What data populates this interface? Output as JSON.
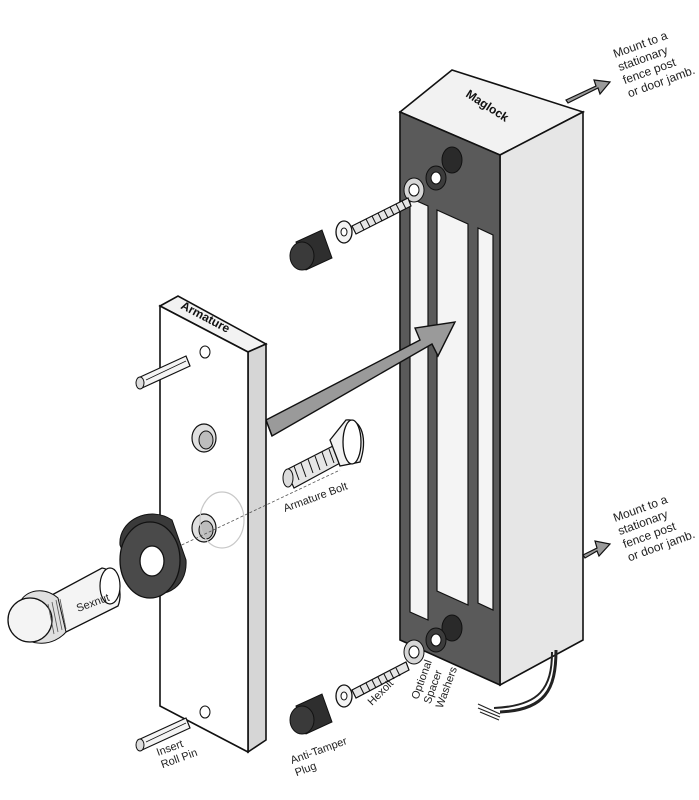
{
  "product_labels": {
    "maglock": "Maglock",
    "armature": "Armature"
  },
  "mount_note_top": [
    "Mount to a",
    "stationary",
    "fence post",
    "or door jamb."
  ],
  "mount_note_bottom": [
    "Mount to a",
    "stationary",
    "fence post",
    "or door jamb."
  ],
  "parts": {
    "armature_bolt": "Armature Bolt",
    "sexnut": "Sexnut",
    "insert_roll_pin": [
      "Insert",
      "Roll Pin"
    ],
    "anti_tamper_plug": [
      "Anti-Tamper",
      "Plug"
    ],
    "hexolt": "Hexolt",
    "optional_spacer_washers": [
      "Optional",
      "Spacer",
      "Washers"
    ]
  },
  "colors": {
    "outline": "#111111",
    "maglock_face": "#5a5a5a",
    "slot_fill": "#f4f4f4",
    "body_light": "#f2f2f2",
    "body_shade": "#d6d6d6",
    "arrow_fill": "#9a9a9a",
    "washer_dark": "#3c3c3c",
    "plug_dark": "#2e2e2e",
    "cable": "#222222"
  },
  "icons": {
    "assembly_arrow": "arrow-right-icon",
    "mount_arrows": "arrow-right-icon",
    "bolts": "threaded-bolt-icon"
  }
}
